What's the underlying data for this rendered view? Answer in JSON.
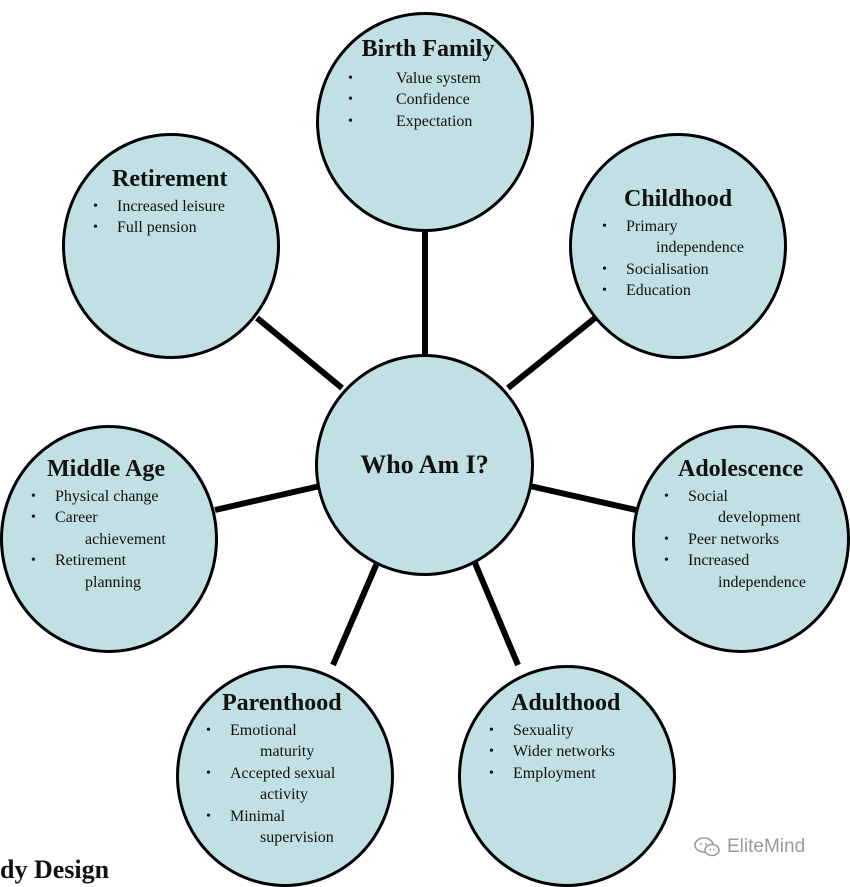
{
  "center": {
    "label": "Who Am I?"
  },
  "nodes": [
    {
      "key": "birth-family",
      "title": "Birth Family",
      "items": [
        [
          "Value system"
        ],
        [
          "Confidence"
        ],
        [
          "Expectation"
        ]
      ]
    },
    {
      "key": "childhood",
      "title": "Childhood",
      "items": [
        [
          "Primary",
          "independence"
        ],
        [
          "Socialisation"
        ],
        [
          "Education"
        ]
      ]
    },
    {
      "key": "adolescence",
      "title": "Adolescence",
      "items": [
        [
          "Social",
          "development"
        ],
        [
          "Peer networks"
        ],
        [
          "Increased",
          "independence"
        ]
      ]
    },
    {
      "key": "adulthood",
      "title": "Adulthood",
      "items": [
        [
          "Sexuality"
        ],
        [
          "Wider networks"
        ],
        [
          "Employment"
        ]
      ]
    },
    {
      "key": "parenthood",
      "title": "Parenthood",
      "items": [
        [
          "Emotional",
          "maturity"
        ],
        [
          "Accepted sexual",
          "activity"
        ],
        [
          "Minimal",
          "supervision"
        ]
      ]
    },
    {
      "key": "middle-age",
      "title": "Middle Age",
      "items": [
        [
          "Physical change"
        ],
        [
          "Career",
          "achievement"
        ],
        [
          "Retirement",
          "planning"
        ]
      ]
    },
    {
      "key": "retirement",
      "title": "Retirement",
      "items": [
        [
          "Increased leisure"
        ],
        [
          "Full pension"
        ]
      ]
    }
  ],
  "caption": "dy Design",
  "watermark": "EliteMind",
  "colors": {
    "circle_fill": "#c0e0e4",
    "stroke": "#000000",
    "watermark": "#9a9a9a"
  }
}
